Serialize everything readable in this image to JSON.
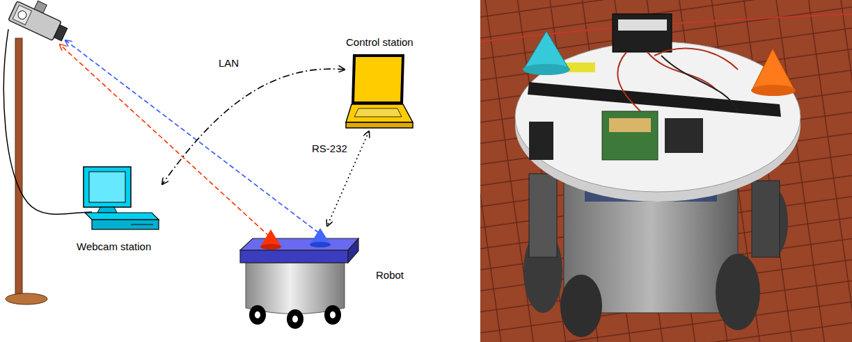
{
  "diagram": {
    "nodes": [
      {
        "text": [
          "Control station"
        ]
      },
      {
        "text": [
          "Webcam station"
        ]
      },
      {
        "text": [
          "Robot"
        ]
      }
    ],
    "edges": [
      {
        "from": 0,
        "to": 1,
        "arrow": "both",
        "label": "LAN"
      },
      {
        "from": 0,
        "to": 2,
        "arrow": "both",
        "label": "RS-232"
      }
    ]
  }
}
